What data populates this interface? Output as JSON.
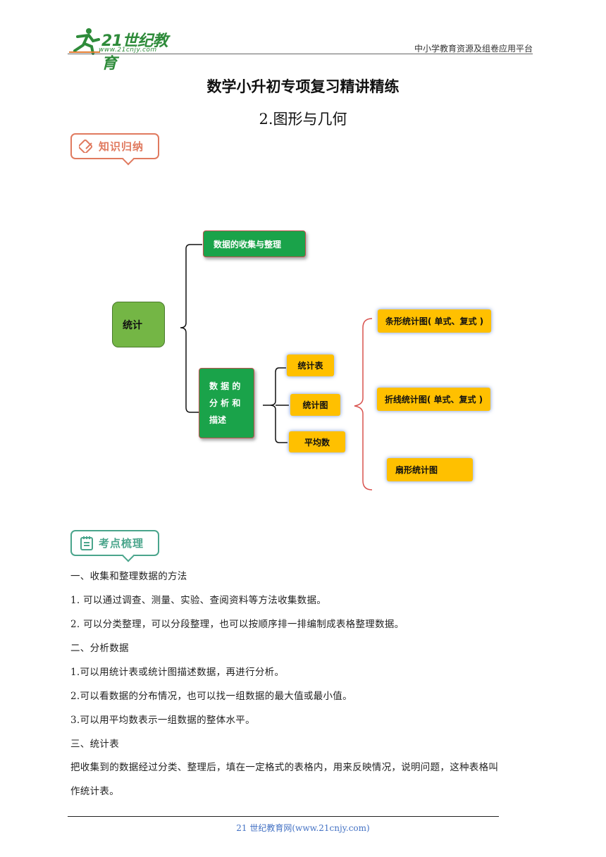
{
  "header": {
    "logo_main": "21世纪教育",
    "logo_sub": "www.21cnjy.com",
    "right_text": "中小学教育资源及组卷应用平台"
  },
  "title": "数学小升初专项复习精讲精练",
  "subtitle": "2.图形与几何",
  "section_tags": {
    "knowledge": "知识归纳",
    "points": "考点梳理"
  },
  "mindmap": {
    "root": "统计",
    "collect": "数据的收集与整理",
    "analyze_line1": "数 据 的",
    "analyze_line2": "分 析 和",
    "analyze_line3": "描述",
    "table": "统计表",
    "chart": "统计图",
    "average": "平均数",
    "bar_chart": "条形统计图( 单式、复式 )",
    "line_chart": "折线统计图( 单式、复式 )",
    "pie_chart": "扇形统计图"
  },
  "content": {
    "h1": "一、收集和整理数据的方法",
    "p1": "1.  可以通过调查、测量、实验、查阅资料等方法收集数据。",
    "p2": "2.  可以分类整理，可以分段整理，也可以按顺序排一排编制成表格整理数据。",
    "h2": "二、分析数据",
    "p3": "1.可以用统计表或统计图描述数据，再进行分析。",
    "p4": "2.可以看数据的分布情况，也可以找一组数据的最大值或最小值。",
    "p5": "3.可以用平均数表示一组数据的整体水平。",
    "h3": "三、统计表",
    "p6a": "把收集到的数据经过分类、整理后，填在一定格式的表格内，用来反映情况，说明问题，这种表格叫",
    "p6b": "作统计表。"
  },
  "footer": "21 世纪教育网(www.21cnjy.com)"
}
